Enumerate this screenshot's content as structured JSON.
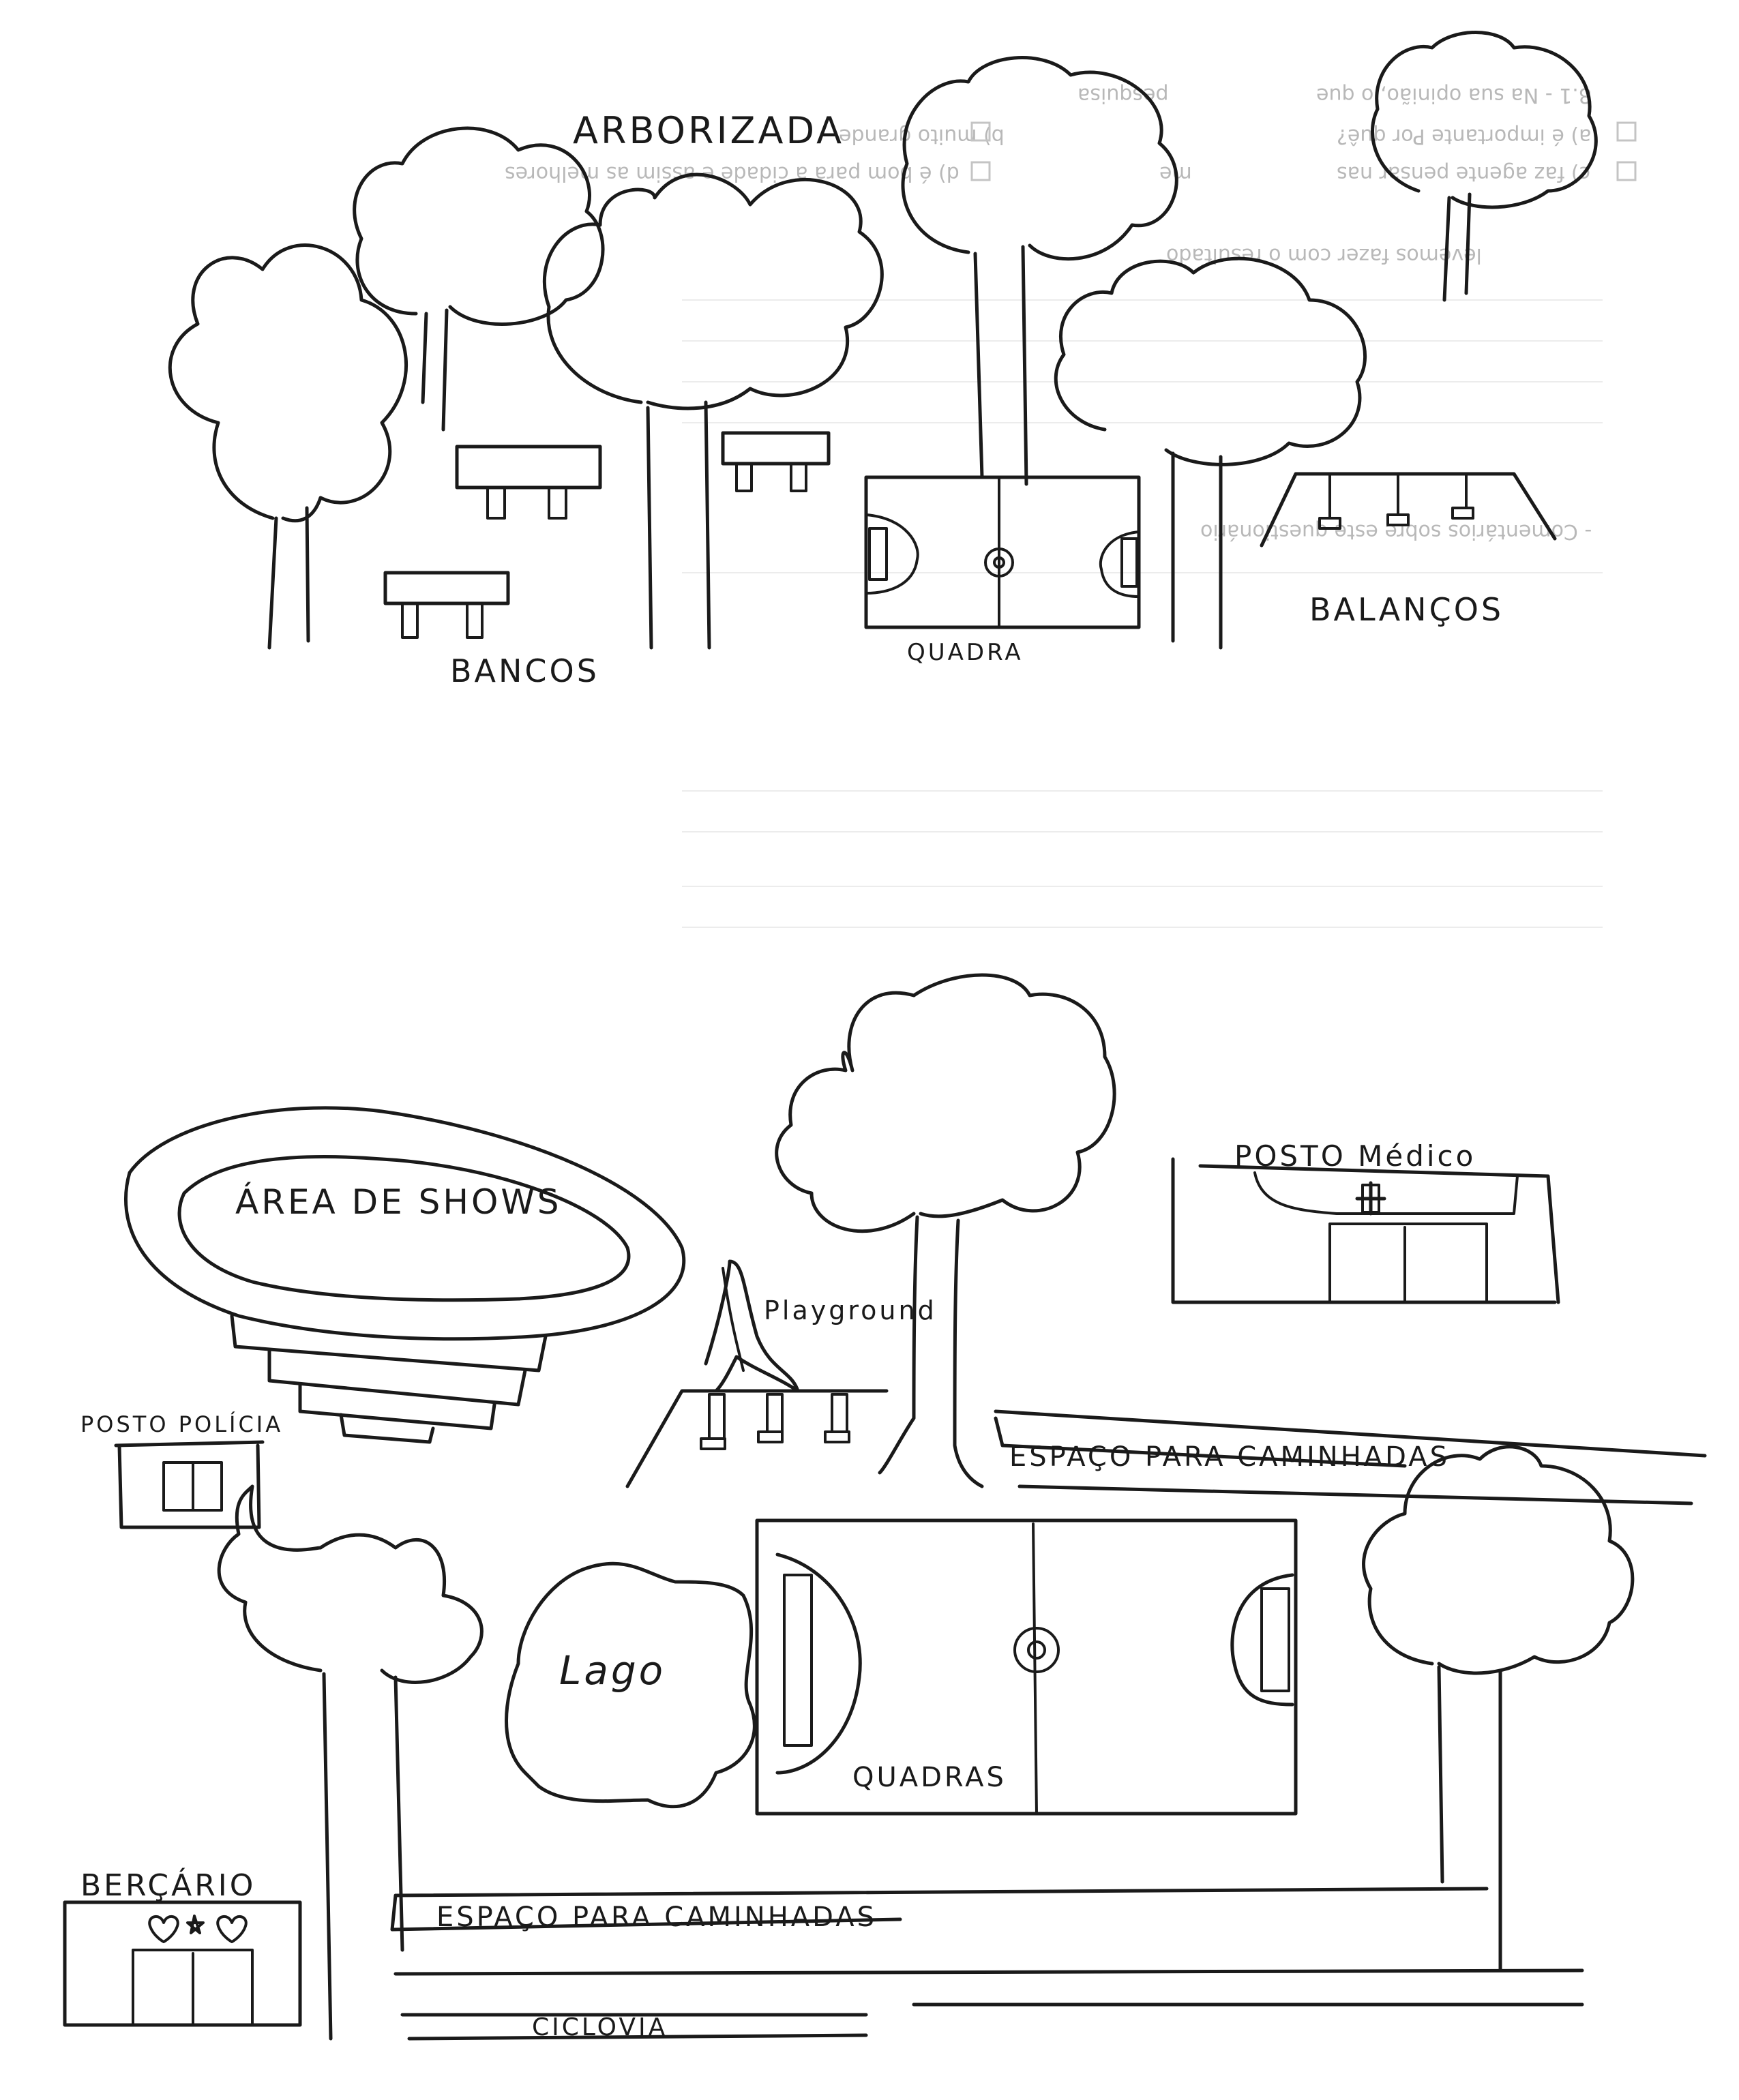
{
  "top_drawing": {
    "title": "ARBORIZADA",
    "benches_label": "BANCOS",
    "court_label": "QUADRA",
    "swings_label": "BALANÇOS"
  },
  "bottom_drawing": {
    "shows_label": "ÁREA DE SHOWS",
    "playground_label": "Playground",
    "medical_label": "POSTO Médico",
    "police_label": "POSTO POLÍCIA",
    "walkway_label_upper": "ESPAÇO PARA CAMINHADAS",
    "lake_label": "Lago",
    "courts_label": "QUADRAS",
    "nursery_label": "BERÇÁRIO",
    "walkway_label_lower": "ESPAÇO PARA CAMINHADAS",
    "bike_lane_label": "CICLOVIA"
  },
  "bleed_through": {
    "line_1": "8.1 - Na sua opinião, o que",
    "line_2": "a) é importante Por quê?",
    "line_3": "c) faz agente pensar nas",
    "line_4": "b) muito grande",
    "line_5": "d) é bom para a cidade e assim as melhores",
    "line_6": "pesquisa",
    "line_7": "me",
    "line_8": "levemos fazer com o resultado",
    "line_9": "- Comentários sobre este questionário"
  }
}
